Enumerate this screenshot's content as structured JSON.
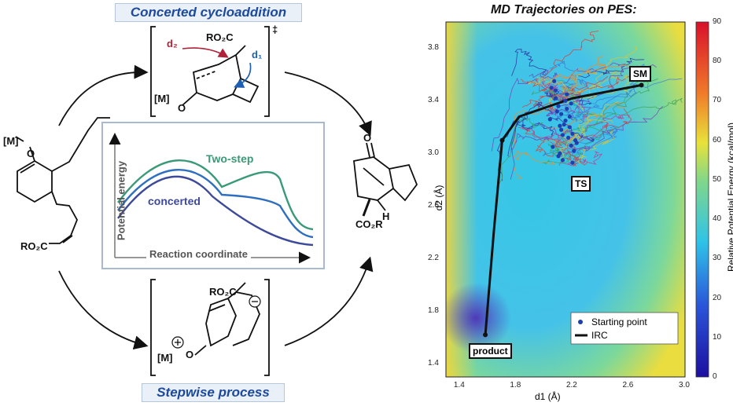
{
  "titles": {
    "concerted": "Concerted cycloaddition",
    "stepwise": "Stepwise process",
    "md": "MD Trajectories on PES:"
  },
  "molecules": {
    "start_M": "[M]",
    "start_O": "O",
    "start_ester": "RO₂C",
    "ts_d2": "d₂",
    "ts_d1": "d₁",
    "ts_ester": "RO₂C",
    "ts_M": "[M]",
    "ts_O": "O",
    "ts_dagger": "‡",
    "prod_O": "O",
    "prod_H": "H",
    "prod_ester": "CO₂R",
    "int_ester": "RO₂C",
    "int_M": "[M]",
    "int_O": "O"
  },
  "energy_profile": {
    "ylabel": "Potential energy",
    "xlabel": "Reaction coordinate",
    "two_step_label": "Two-step",
    "concerted_label": "concerted",
    "colors": {
      "two_step": "#3a9a78",
      "mid": "#2e6fc0",
      "concerted": "#3d4a9a"
    }
  },
  "chart_data": {
    "type": "scatter",
    "title": "MD Trajectories on PES:",
    "xlabel": "d1 (Å)",
    "ylabel": "d2 (Å)",
    "xlim": [
      1.3,
      3.0
    ],
    "ylim": [
      1.3,
      4.0
    ],
    "xticks": [
      "1.4",
      "1.8",
      "2.2",
      "2.6",
      "3.0"
    ],
    "yticks": [
      "1.4",
      "1.8",
      "2.2",
      "2.6",
      "3.0",
      "3.4",
      "3.8"
    ],
    "colorbar": {
      "label": "Relative Potential Energy (kcal/mol)",
      "range": [
        0,
        90
      ],
      "ticks": [
        "0",
        "10",
        "20",
        "30",
        "40",
        "50",
        "60",
        "70",
        "80",
        "90"
      ]
    },
    "legend": {
      "position": "bottom-right",
      "entries": [
        "Starting point",
        "IRC"
      ]
    },
    "annotations": [
      "SM",
      "TS",
      "product"
    ],
    "irc": {
      "x": [
        2.69,
        2.2,
        1.82,
        1.7,
        1.64,
        1.58
      ],
      "y": [
        3.52,
        3.42,
        3.28,
        3.1,
        2.4,
        1.62
      ]
    },
    "starting_points": {
      "x": [
        2.05,
        2.08,
        2.1,
        2.12,
        2.15,
        2.18,
        2.2,
        2.22,
        2.06,
        2.11,
        2.13,
        2.16,
        2.19,
        2.09,
        2.14,
        2.17,
        2.21,
        2.07,
        2.12,
        2.18,
        2.23,
        2.1,
        2.15,
        2.2,
        2.04,
        2.13,
        2.16,
        2.08,
        2.19,
        2.11
      ],
      "y": [
        3.5,
        3.42,
        3.36,
        3.3,
        3.25,
        3.2,
        3.15,
        3.1,
        3.05,
        3.0,
        2.95,
        3.45,
        3.38,
        3.32,
        3.22,
        3.12,
        3.02,
        3.55,
        3.18,
        3.28,
        3.08,
        2.98,
        3.4,
        2.93,
        3.26,
        3.14,
        3.34,
        3.48,
        3.06,
        3.21
      ]
    }
  }
}
